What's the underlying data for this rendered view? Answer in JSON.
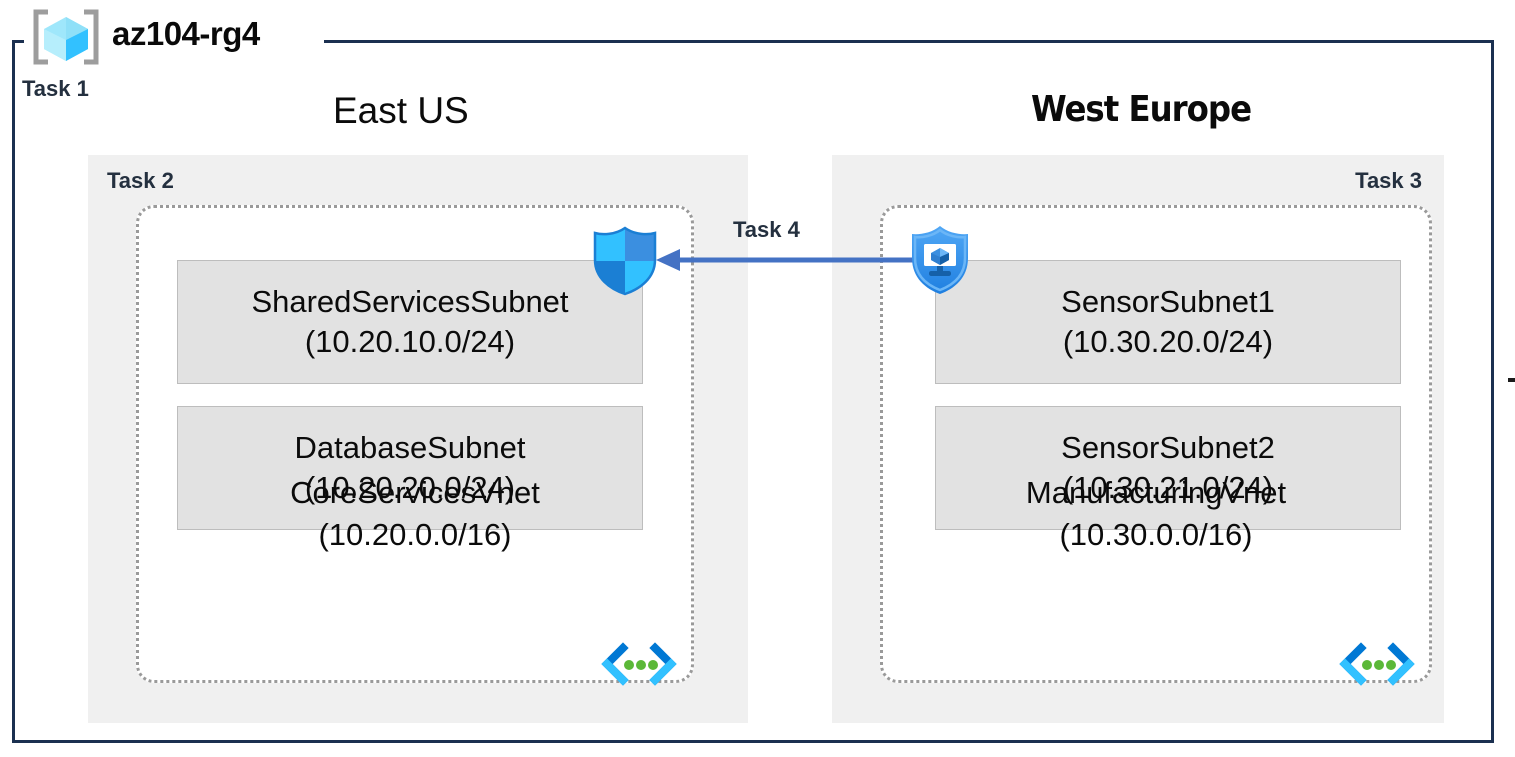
{
  "diagram": {
    "resource_group": {
      "name": "az104-rg4",
      "icon": "resource-group-cube-icon",
      "task_label": "Task 1"
    },
    "colors": {
      "frame_border": "#1b3050",
      "region_panel_bg": "#f0f0f0",
      "subnet_bg": "#e2e2e2",
      "subnet_border": "#bdbdbd",
      "vnet_border": "#9a9a9a",
      "task_label": "#24303f",
      "arrow": "#4472c4",
      "nsg_shield_light": "#32c1ff",
      "nsg_shield_dark": "#1b7fd4",
      "defender_shield": "#3b9bf0",
      "vnet_glyph_blue": "#0078d4",
      "vnet_glyph_cyan": "#32c1ff",
      "vnet_glyph_green": "#5bb838"
    },
    "regions": [
      {
        "id": "east-us",
        "heading": "East US",
        "task_label": "Task 2",
        "task_label_align": "left",
        "vnet": {
          "name": "CoreServicesVnet",
          "cidr": "(10.20.0.0/16)",
          "icon": "vnet-icon",
          "subnets": [
            {
              "name": "SharedServicesSubnet",
              "cidr": "(10.20.10.0/24)"
            },
            {
              "name": "DatabaseSubnet",
              "cidr": "(10.20.20.0/24)"
            }
          ]
        }
      },
      {
        "id": "west-europe",
        "heading": "West Europe",
        "task_label": "Task 3",
        "task_label_align": "right",
        "vnet": {
          "name": "ManufacturingVnet",
          "cidr": "(10.30.0.0/16)",
          "icon": "vnet-icon",
          "subnets": [
            {
              "name": "SensorSubnet1",
              "cidr": "(10.30.20.0/24)"
            },
            {
              "name": "SensorSubnet2",
              "cidr": "(10.30.21.0/24)"
            }
          ]
        }
      }
    ],
    "connection": {
      "task_label": "Task 4",
      "direction": "right-to-left",
      "source_icon": "defender-shield-vm-icon",
      "target_icon": "network-security-group-shield-icon"
    }
  }
}
